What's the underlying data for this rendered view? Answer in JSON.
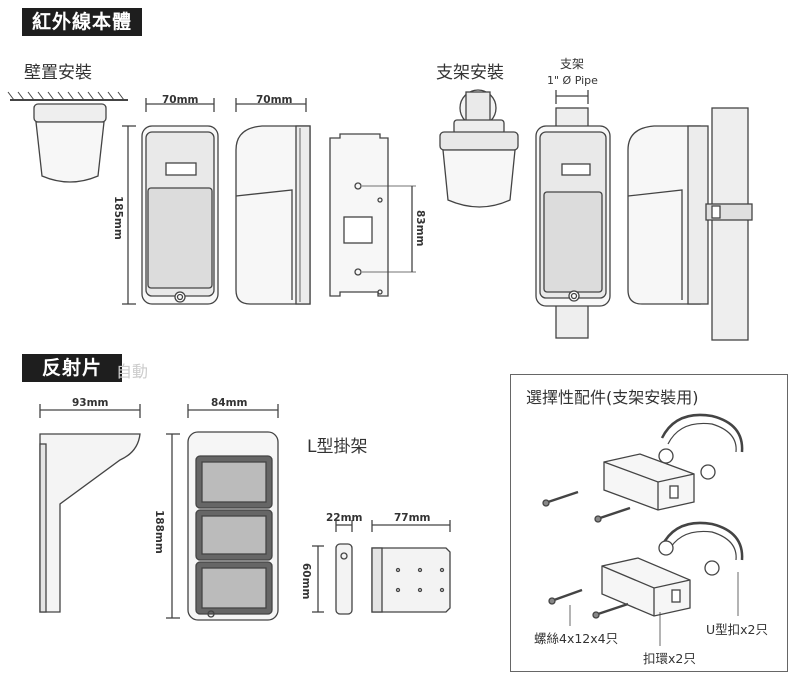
{
  "sections": {
    "ir_body": "紅外線本體",
    "reflector": "反射片",
    "reflector_ghost": "自動",
    "optional": "選擇性配件(支架安裝用)"
  },
  "labels": {
    "wall_mount": "壁置安裝",
    "bracket_mount": "支架安裝",
    "bracket": "支架",
    "pipe": "1\" Ø Pipe",
    "l_bracket": "L型掛架",
    "screws": "螺絲4x12x4只",
    "buckle": "扣環x2只",
    "u_clamp": "U型扣x2只"
  },
  "dimensions": {
    "width_front": "70mm",
    "width_side": "70mm",
    "height_body": "185mm",
    "plate_height": "83mm",
    "reflector_width": "93mm",
    "reflector_front_width": "84mm",
    "reflector_height": "188mm",
    "l_width_small": "22mm",
    "l_width_large": "77mm",
    "l_height": "60mm"
  }
}
